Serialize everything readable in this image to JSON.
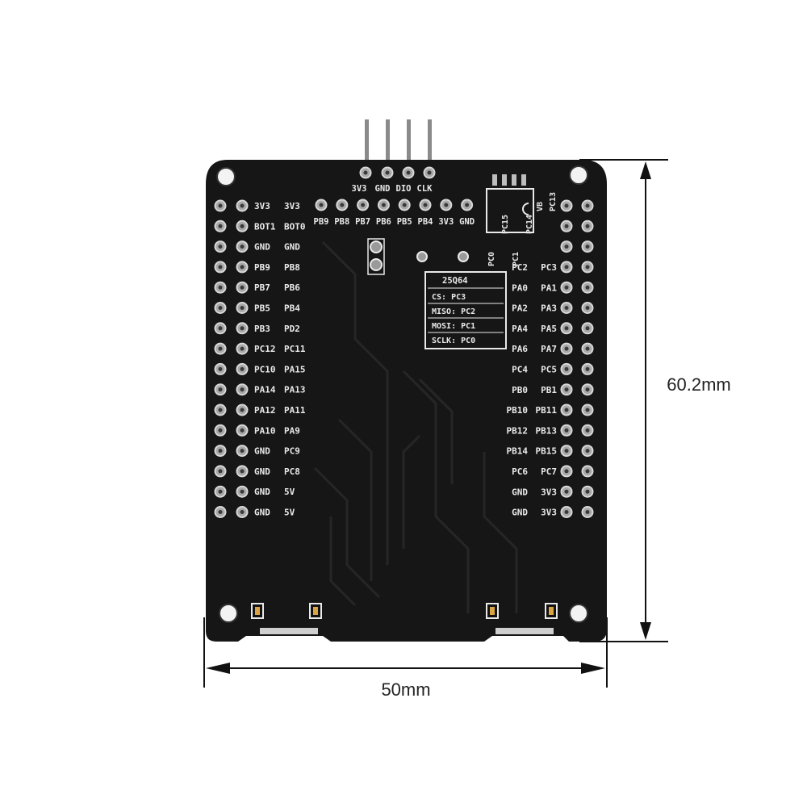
{
  "dimensions": {
    "height_label": "60.2mm",
    "width_label": "50mm"
  },
  "board": {
    "color": "#161616",
    "silkscreen_color": "#e9e9e9",
    "swd_header": [
      "3V3",
      "GND",
      "DIO",
      "CLK"
    ],
    "top_row": [
      "PB9",
      "PB8",
      "PB7",
      "PB6",
      "PB5",
      "PB4",
      "3V3",
      "GND"
    ],
    "top_right": [
      "PC0",
      "PC15",
      "PC1",
      "PC14",
      "VB",
      "PC13"
    ],
    "flash_box": {
      "title": "25Q64",
      "lines": [
        "CS: PC3",
        "MISO: PC2",
        "MOSI: PC1",
        "SCLK: PC0"
      ]
    },
    "left_header": [
      [
        "3V3",
        "3V3"
      ],
      [
        "BOT1",
        "BOT0"
      ],
      [
        "GND",
        "GND"
      ],
      [
        "PB9",
        "PB8"
      ],
      [
        "PB7",
        "PB6"
      ],
      [
        "PB5",
        "PB4"
      ],
      [
        "PB3",
        "PD2"
      ],
      [
        "PC12",
        "PC11"
      ],
      [
        "PC10",
        "PA15"
      ],
      [
        "PA14",
        "PA13"
      ],
      [
        "PA12",
        "PA11"
      ],
      [
        "PA10",
        "PA9"
      ],
      [
        "GND",
        "PC9"
      ],
      [
        "GND",
        "PC8"
      ],
      [
        "GND",
        "5V"
      ],
      [
        "GND",
        "5V"
      ]
    ],
    "right_header": [
      [
        "PC2",
        "PC3"
      ],
      [
        "PA0",
        "PA1"
      ],
      [
        "PA2",
        "PA3"
      ],
      [
        "PA4",
        "PA5"
      ],
      [
        "PA6",
        "PA7"
      ],
      [
        "PC4",
        "PC5"
      ],
      [
        "PB0",
        "PB1"
      ],
      [
        "PB10",
        "PB11"
      ],
      [
        "PB12",
        "PB13"
      ],
      [
        "PB14",
        "PB15"
      ],
      [
        "PC6",
        "PC7"
      ],
      [
        "GND",
        "3V3"
      ],
      [
        "GND",
        "3V3"
      ]
    ]
  }
}
